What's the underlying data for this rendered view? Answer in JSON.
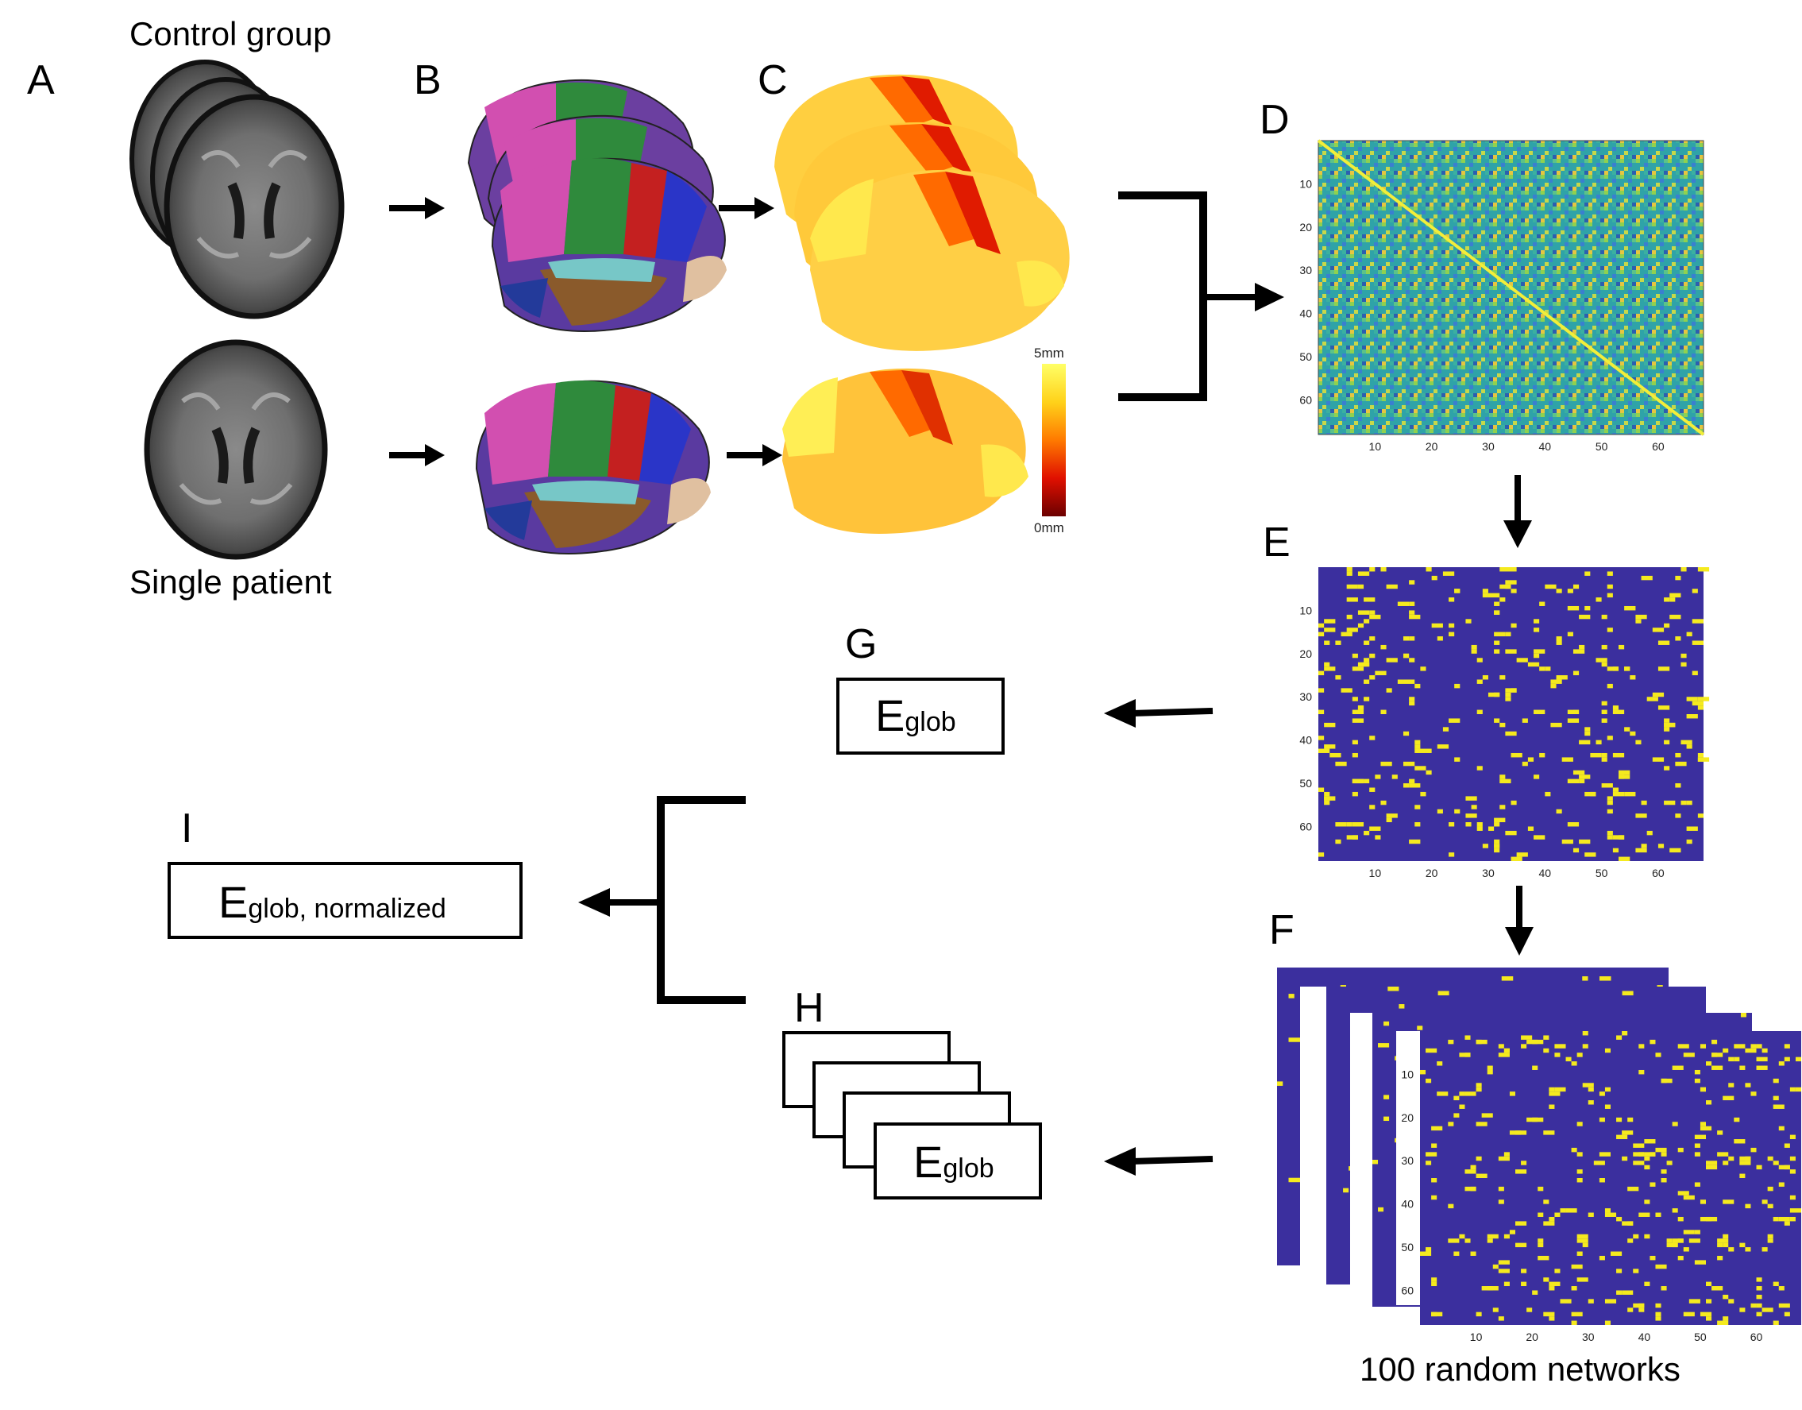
{
  "panels": {
    "A": "A",
    "B": "B",
    "C": "C",
    "D": "D",
    "E": "E",
    "F": "F",
    "G": "G",
    "H": "H",
    "I": "I"
  },
  "captions": {
    "control_group": "Control group",
    "single_patient": "Single patient",
    "random_networks": "100 random networks"
  },
  "colorbar": {
    "max_label": "5mm",
    "min_label": "0mm"
  },
  "eglob": {
    "base": "E",
    "sub": "glob",
    "normalized_sub": "glob, normalized"
  },
  "matrix_ticks": [
    "10",
    "20",
    "30",
    "40",
    "50",
    "60"
  ],
  "colors": {
    "binary_background": "#3b2f9e",
    "binary_edge": "#f5ea1e",
    "colorbar_top": "#ffff33",
    "colorbar_bottom": "#7a0000"
  }
}
